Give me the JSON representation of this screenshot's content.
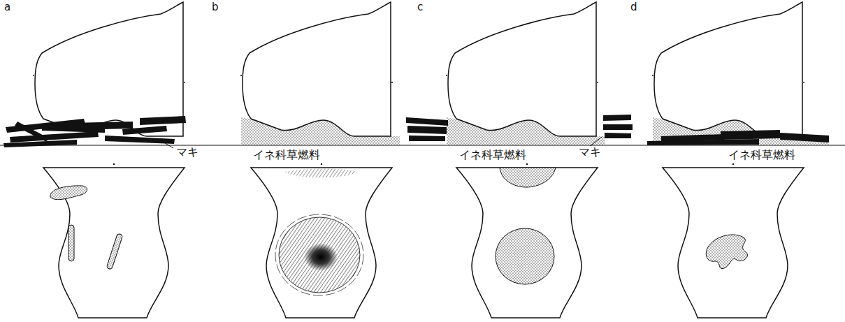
{
  "diagram": {
    "labels": [
      "a",
      "b",
      "c",
      "d",
      "マキ",
      "イネ科草燃料",
      "イネ科草燃料",
      "マキ",
      "イネ科草燃料"
    ]
  }
}
